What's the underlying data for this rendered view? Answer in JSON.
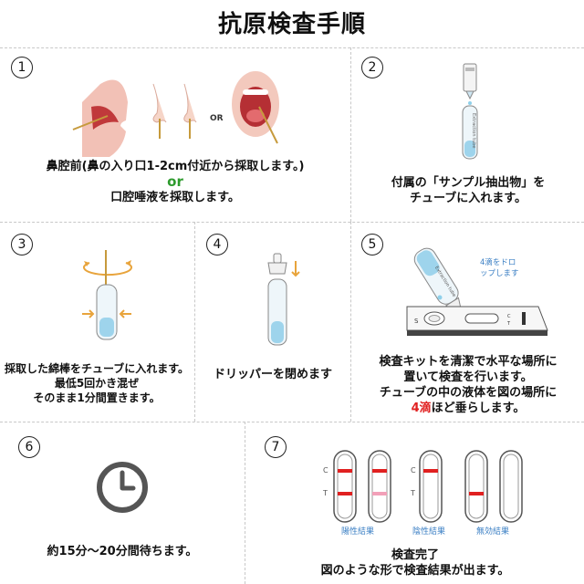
{
  "title": "抗原検査手順",
  "steps": [
    {
      "num": "1",
      "lines": [
        "鼻腔前(鼻の入り口1-2cm付近から採取します。)",
        "or",
        "口腔唾液を採取します。"
      ],
      "image_label": "OR"
    },
    {
      "num": "2",
      "lines": [
        "付属の「サンプル抽出物」を",
        "チューブに入れます。"
      ]
    },
    {
      "num": "3",
      "lines": [
        "採取した綿棒をチューブに入れます。",
        "最低5回かき混ぜ",
        "そのまま1分間置きます。"
      ]
    },
    {
      "num": "4",
      "lines": [
        "ドリッパーを閉めます"
      ]
    },
    {
      "num": "5",
      "lines": [
        "検査キットを清潔で水平な場所に",
        "置いて検査を行います。",
        "チューブの中の液体を図の場所に"
      ],
      "last_line": {
        "highlight": "4滴",
        "rest": "ほど垂らします。"
      },
      "callout": [
        "4滴をドロ",
        "ップします"
      ]
    },
    {
      "num": "6",
      "lines": [
        "約15分～20分間待ちます。"
      ]
    },
    {
      "num": "7",
      "lines": [
        "検査完了",
        "図のような形で検査結果が出ます。"
      ],
      "results": [
        "陽性結果",
        "陰性結果",
        "無効結果"
      ],
      "line_labels": [
        "C",
        "T"
      ]
    }
  ]
}
